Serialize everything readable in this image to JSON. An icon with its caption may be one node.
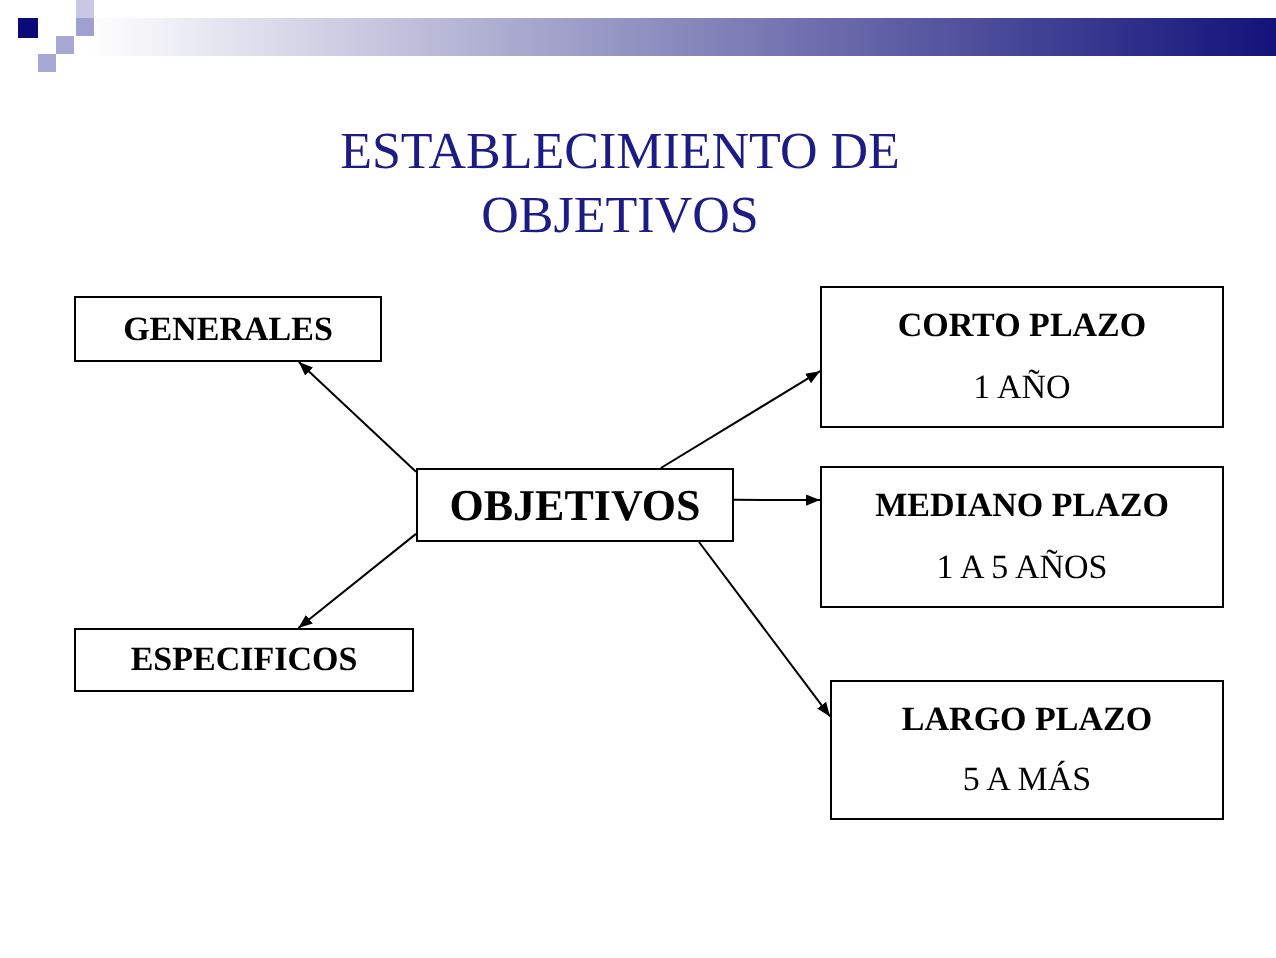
{
  "diagram": {
    "title": "ESTABLECIMIENTO DE OBJETIVOS",
    "nodes": [
      {
        "text": [
          "GENERALES"
        ]
      },
      {
        "text": [
          "OBJETIVOS"
        ]
      },
      {
        "text": [
          "CORTO PLAZO",
          "1 AÑO"
        ]
      },
      {
        "text": [
          "MEDIANO PLAZO",
          "1 A 5 AÑOS"
        ]
      },
      {
        "text": [
          "ESPECIFICOS"
        ]
      },
      {
        "text": [
          "LARGO PLAZO",
          "5 A MÁS"
        ]
      }
    ],
    "edges": [
      {
        "from": 1,
        "to": 0,
        "arrow": "to"
      },
      {
        "from": 1,
        "to": 2,
        "arrow": "to"
      },
      {
        "from": 1,
        "to": 3,
        "arrow": "to"
      },
      {
        "from": 1,
        "to": 4,
        "arrow": "to"
      },
      {
        "from": 1,
        "to": 5,
        "arrow": "to"
      }
    ]
  }
}
